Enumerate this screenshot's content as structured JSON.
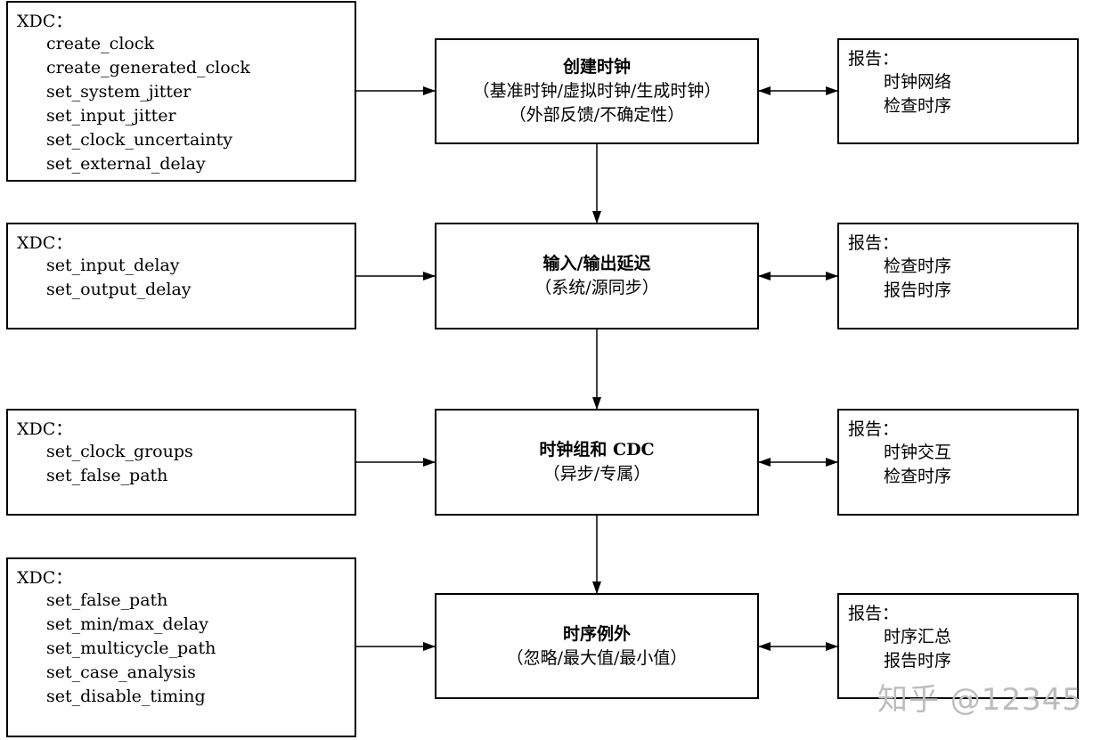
{
  "rows": [
    {
      "xdc": {
        "title": "XDC：",
        "items": [
          "create_clock",
          "create_generated_clock",
          "set_system_jitter",
          "set_input_jitter",
          "set_clock_uncertainty",
          "set_external_delay"
        ]
      },
      "center": {
        "title": "创建时钟",
        "lines": [
          "（基准时钟/虚拟时钟/生成时钟）",
          "（外部反馈/不确定性）"
        ]
      },
      "report": {
        "title": "报告：",
        "items": [
          "时钟网络",
          "检查时序"
        ]
      }
    },
    {
      "xdc": {
        "title": "XDC：",
        "items": [
          "set_input_delay",
          "set_output_delay"
        ]
      },
      "center": {
        "title": "输入/输出延迟",
        "lines": [
          "（系统/源同步）"
        ]
      },
      "report": {
        "title": "报告：",
        "items": [
          "检查时序",
          "报告时序"
        ]
      }
    },
    {
      "xdc": {
        "title": "XDC：",
        "items": [
          "set_clock_groups",
          "set_false_path"
        ]
      },
      "center": {
        "title": "时钟组和 CDC",
        "lines": [
          "（异步/专属）"
        ]
      },
      "report": {
        "title": "报告：",
        "items": [
          "时钟交互",
          "检查时序"
        ]
      }
    },
    {
      "xdc": {
        "title": "XDC：",
        "items": [
          "set_false_path",
          "set_min/max_delay",
          "set_multicycle_path",
          "set_case_analysis",
          "set_disable_timing"
        ]
      },
      "center": {
        "title": "时序例外",
        "lines": [
          "（忽略/最大值/最小值）"
        ]
      },
      "report": {
        "title": "报告：",
        "items": [
          "时序汇总",
          "报告时序"
        ]
      }
    }
  ],
  "watermark": "知乎 @12345"
}
